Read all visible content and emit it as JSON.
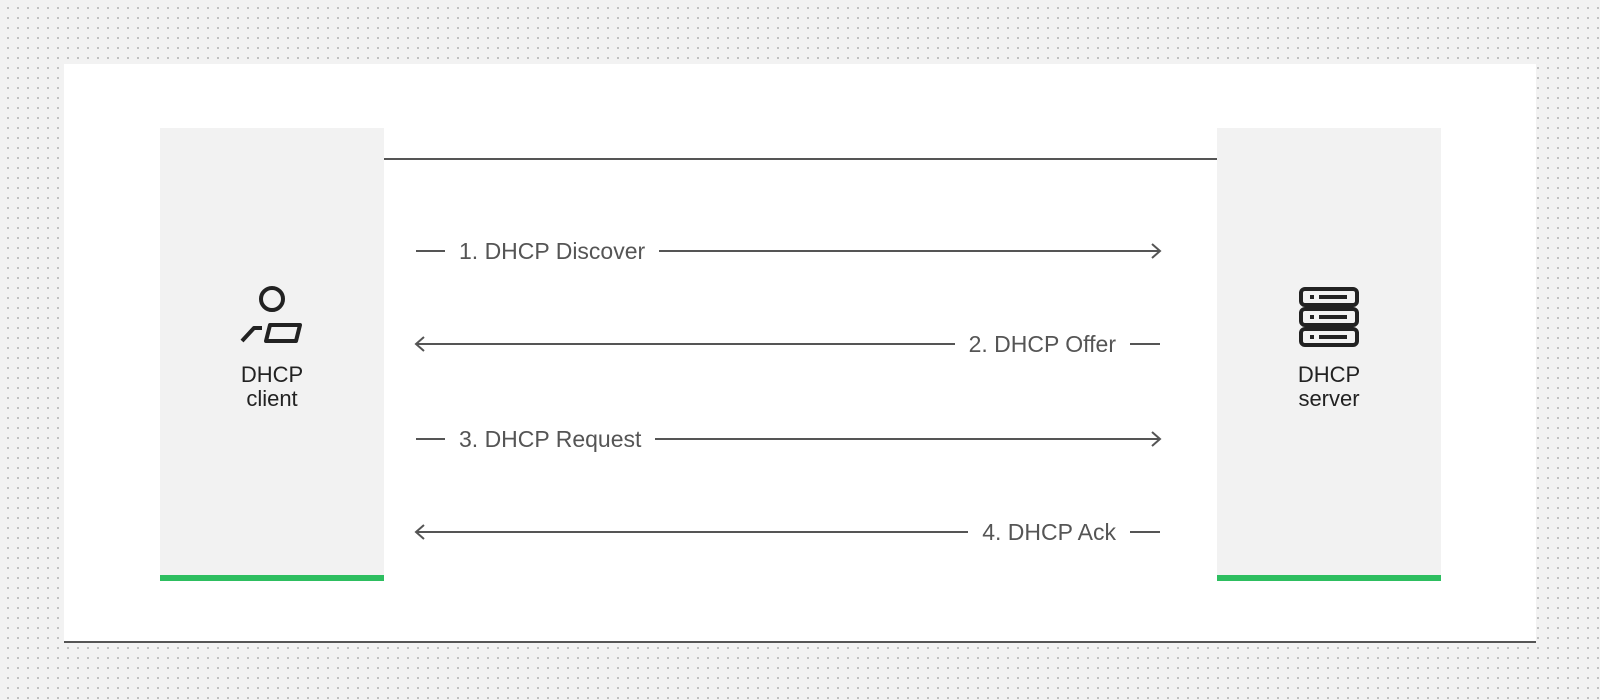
{
  "client": {
    "label_line1": "DHCP",
    "label_line2": "client",
    "icon": "user-with-laptop-icon"
  },
  "server": {
    "label_line1": "DHCP",
    "label_line2": "server",
    "icon": "server-stack-icon"
  },
  "messages": [
    {
      "label": "1. DHCP Discover",
      "direction": "client-to-server"
    },
    {
      "label": "2. DHCP Offer",
      "direction": "server-to-client"
    },
    {
      "label": "3. DHCP Request",
      "direction": "client-to-server"
    },
    {
      "label": "4. DHCP Ack",
      "direction": "server-to-client"
    }
  ],
  "colors": {
    "accent": "#2dbe60",
    "line": "#555555",
    "panel": "#f2f2f2",
    "icon": "#222222"
  }
}
